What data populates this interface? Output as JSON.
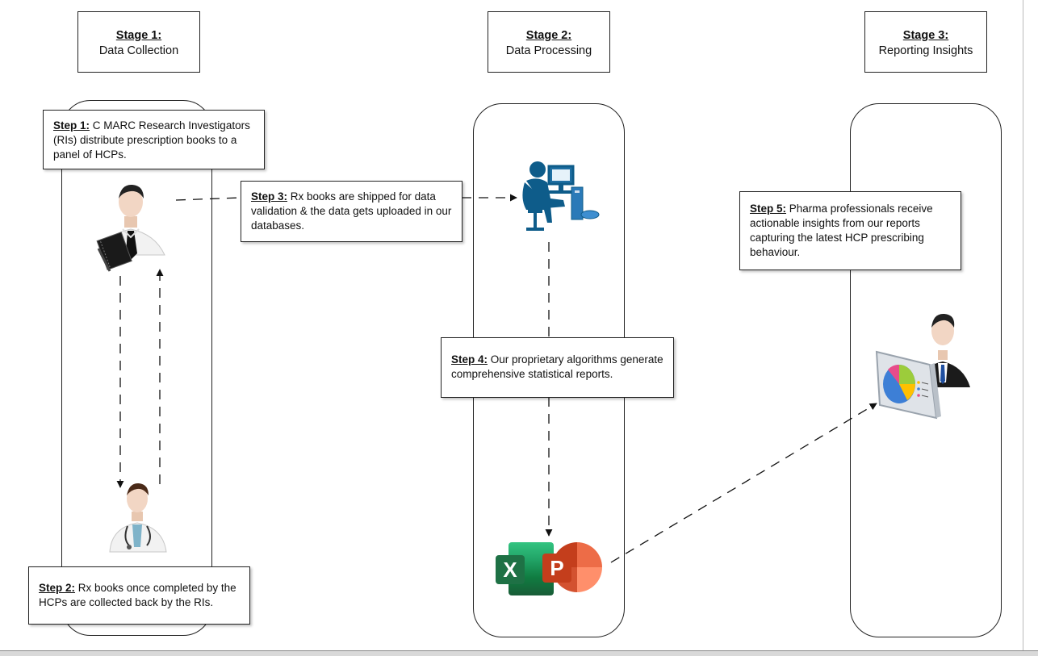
{
  "stages": [
    {
      "title": "Stage 1:",
      "subtitle": "Data Collection"
    },
    {
      "title": "Stage 2:",
      "subtitle": "Data Processing"
    },
    {
      "title": "Stage 3:",
      "subtitle": "Reporting Insights"
    }
  ],
  "steps": {
    "step1": {
      "label": "Step 1:",
      "text": " C MARC Research Investigators (RIs) distribute prescription books to a panel of HCPs."
    },
    "step2": {
      "label": "Step 2:",
      "text": " Rx books once completed by the HCPs are collected back by the RIs."
    },
    "step3": {
      "label": "Step 3:",
      "text": " Rx books are shipped for data validation & the data gets uploaded in our databases."
    },
    "step4": {
      "label": "Step 4:",
      "text": " Our proprietary algorithms generate comprehensive statistical reports."
    },
    "step5": {
      "label": "Step 5:",
      "text": " Pharma professionals receive actionable insights from our reports capturing the latest HCP prescribing behaviour."
    }
  },
  "icons": {
    "excel_letter": "X",
    "powerpoint_letter": "P"
  },
  "colors": {
    "excel_green": "#1e7145",
    "powerpoint_red": "#c43e1c",
    "computer_blue": "#0e5c8a"
  }
}
